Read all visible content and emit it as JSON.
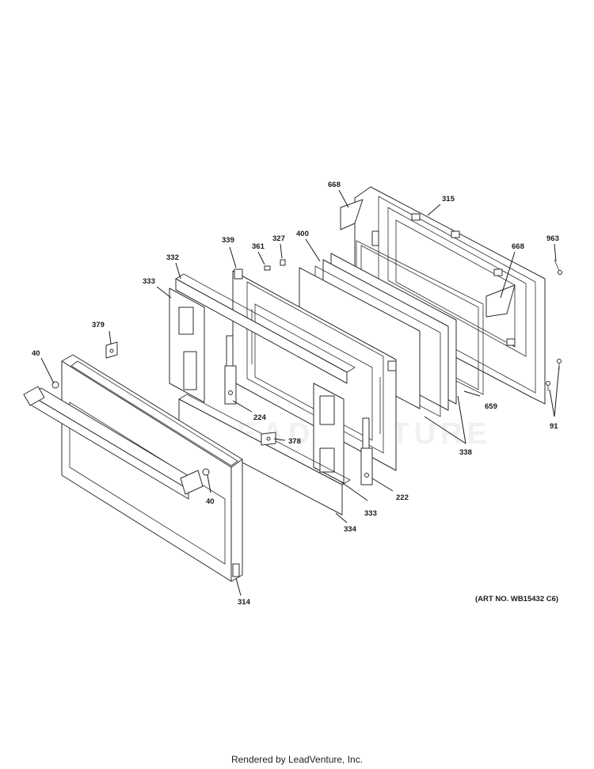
{
  "diagram": {
    "labels": {
      "p668a": "668",
      "p315": "315",
      "p963": "963",
      "p668b": "668",
      "p339": "339",
      "p327": "327",
      "p400": "400",
      "p361": "361",
      "p332": "332",
      "p333a": "333",
      "p379": "379",
      "p40a": "40",
      "p224": "224",
      "p378": "378",
      "p659": "659",
      "p338": "338",
      "p91": "91",
      "p40b": "40",
      "p222": "222",
      "p333b": "333",
      "p334": "334",
      "p314": "314"
    },
    "art_number": "(ART NO. WB15432 C6)",
    "watermark": "LEADVENTURE"
  },
  "footer": {
    "text": "Rendered by LeadVenture, Inc."
  }
}
